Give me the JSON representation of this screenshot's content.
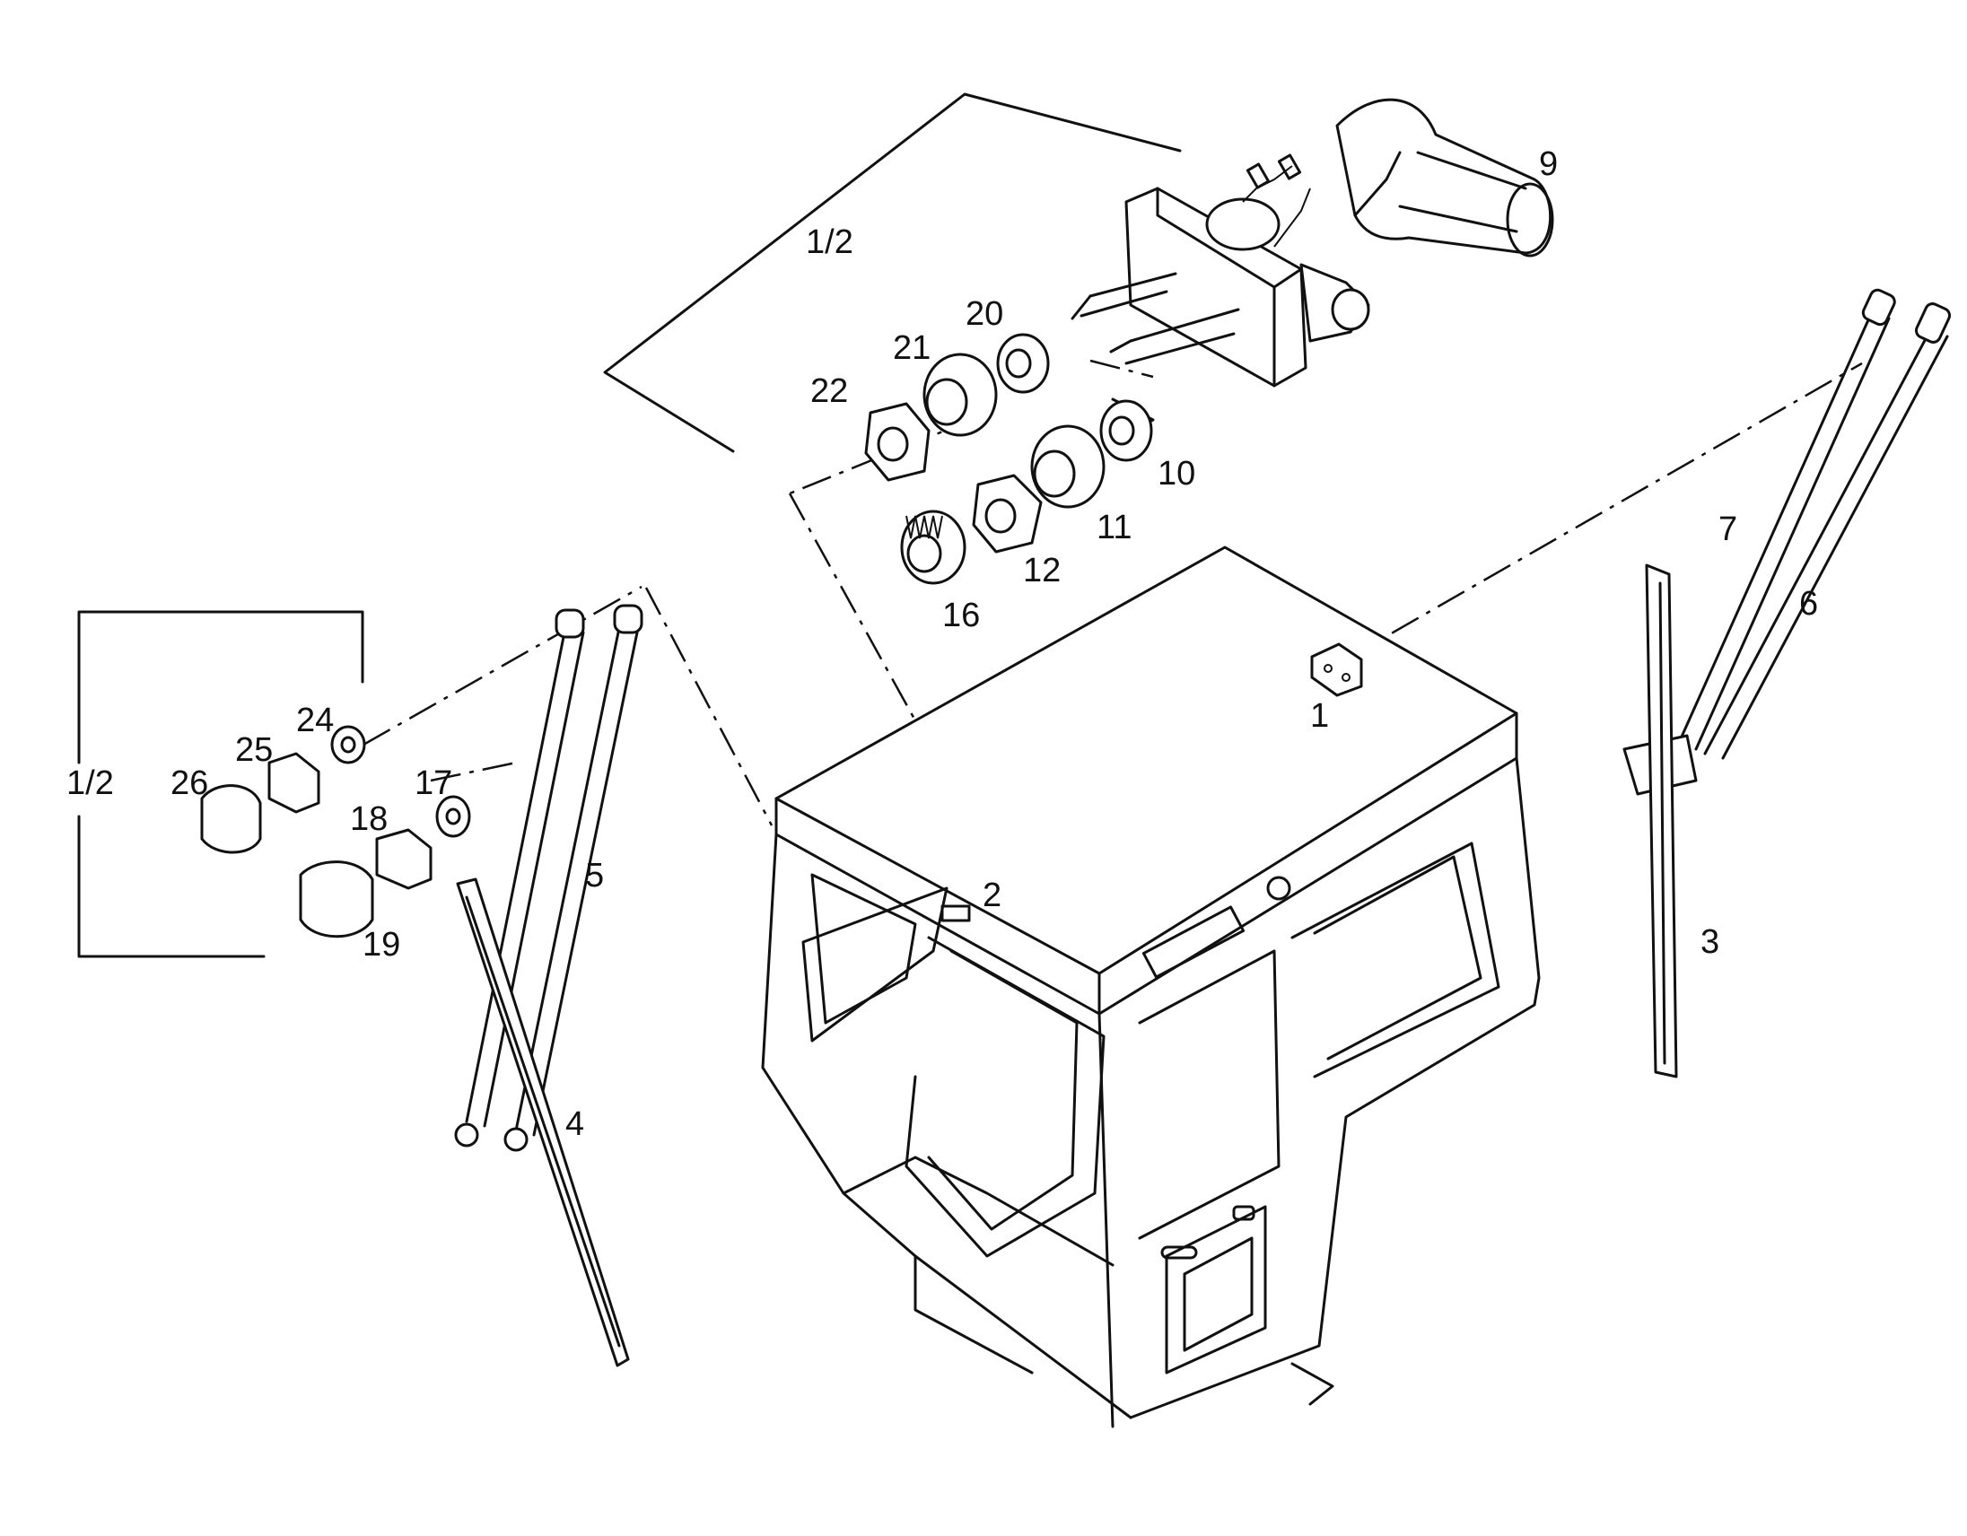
{
  "callouts": [
    {
      "id": "c1",
      "text": "1"
    },
    {
      "id": "c2",
      "text": "2"
    },
    {
      "id": "c3",
      "text": "3"
    },
    {
      "id": "c4",
      "text": "4"
    },
    {
      "id": "c5",
      "text": "5"
    },
    {
      "id": "c6",
      "text": "6"
    },
    {
      "id": "c7",
      "text": "7"
    },
    {
      "id": "c9",
      "text": "9"
    },
    {
      "id": "c10",
      "text": "10"
    },
    {
      "id": "c11",
      "text": "11"
    },
    {
      "id": "c12",
      "text": "12"
    },
    {
      "id": "c16",
      "text": "16"
    },
    {
      "id": "c17",
      "text": "17"
    },
    {
      "id": "c18",
      "text": "18"
    },
    {
      "id": "c19",
      "text": "19"
    },
    {
      "id": "c20",
      "text": "20"
    },
    {
      "id": "c21",
      "text": "21"
    },
    {
      "id": "c22",
      "text": "22"
    },
    {
      "id": "c24",
      "text": "24"
    },
    {
      "id": "c25",
      "text": "25"
    },
    {
      "id": "c26",
      "text": "26"
    }
  ],
  "group_labels": {
    "top": "1/2",
    "left": "1/2"
  }
}
